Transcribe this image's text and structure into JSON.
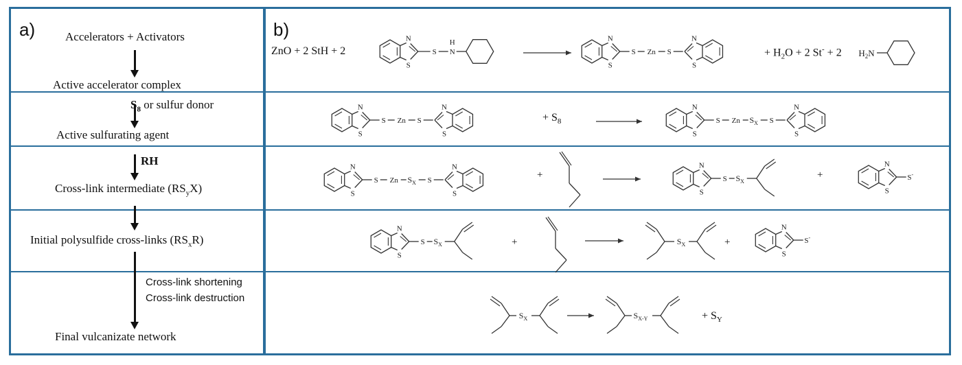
{
  "panels": {
    "a": "a)",
    "b": "b)"
  },
  "steps": [
    {
      "label": "Accelerators + Activators"
    },
    {
      "label": "Active accelerator complex"
    },
    {
      "label": "Active sulfurating agent"
    },
    {
      "label": "Cross-link intermediate (RS",
      "sub": "y",
      "tail": "X)"
    },
    {
      "label": "Initial polysulfide cross-links (RS",
      "sub": "x",
      "tail": "R)"
    },
    {
      "label": "Final vulcanizate network"
    }
  ],
  "reagents": {
    "r1": {
      "main": "S",
      "sub": "8",
      "tail": " or sulfur donor"
    },
    "r2": "RH",
    "r3a": "Cross-link shortening",
    "r3b": "Cross-link destruction"
  },
  "equations": {
    "eq1_left": "ZnO + 2 StH + 2",
    "eq1_right_a": "+ H",
    "eq1_right_sub": "2",
    "eq1_right_b": "O + 2 St",
    "eq1_right_sup": "-",
    "eq1_right_c": " + 2",
    "eq2_plus": "+ S",
    "eq2_sub": "8",
    "plus": "+",
    "eq5_plus": "+ S",
    "eq5_sub": "Y"
  },
  "atoms": {
    "S": "S",
    "N": "N",
    "Zn": "Zn",
    "H": "H",
    "SX": "S",
    "X": "X",
    "XY": "X-Y",
    "minus": "-"
  }
}
